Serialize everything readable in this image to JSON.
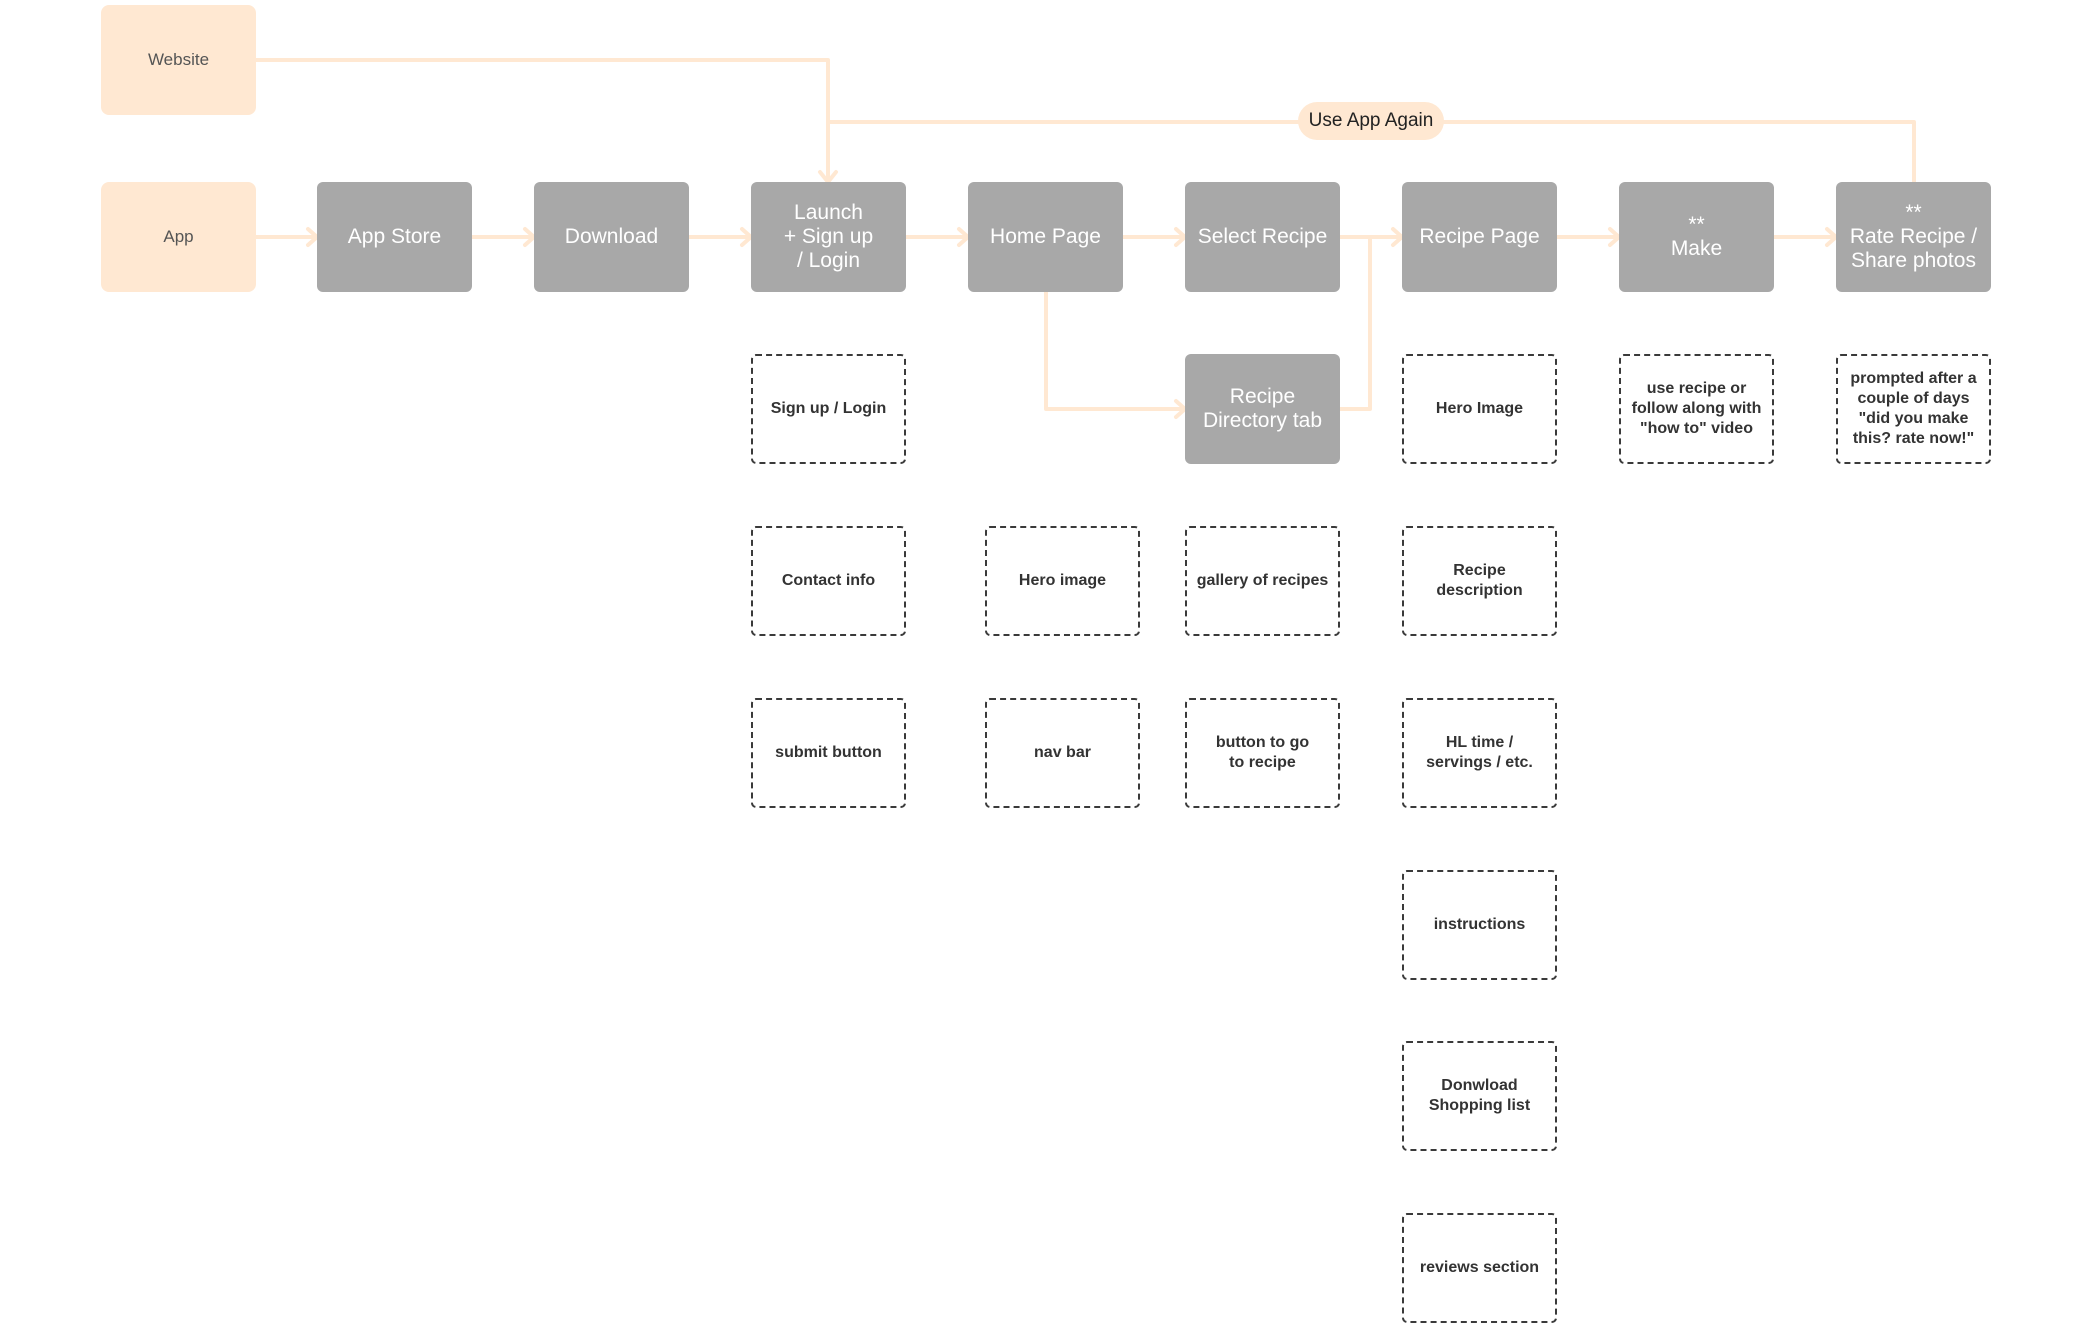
{
  "entry_points": {
    "website": "Website",
    "app": "App"
  },
  "flow_label": "Use App Again",
  "steps": {
    "app_store": "App Store",
    "download": "Download",
    "launch": "Launch\n+ Sign up\n/ Login",
    "home_page": "Home Page",
    "select_recipe": "Select Recipe",
    "recipe_page": "Recipe Page",
    "make": "**\nMake",
    "rate_recipe": "**\nRate Recipe /\nShare photos",
    "recipe_directory": "Recipe\nDirectory tab"
  },
  "details": {
    "launch": [
      "Sign up / Login",
      "Contact info",
      "submit button"
    ],
    "home_page": [
      "Hero image",
      "nav bar"
    ],
    "select_recipe": [
      "gallery of recipes",
      "button to go\nto recipe"
    ],
    "recipe_page": [
      "Hero Image",
      "Recipe\ndescription",
      "HL time /\nservings / etc.",
      "instructions",
      "Donwload\nShopping list",
      "reviews section"
    ],
    "make": [
      "use recipe or\nfollow along with\n\"how to\" video"
    ],
    "rate_recipe": [
      "prompted after a\ncouple of days\n\"did you make\nthis? rate now!\""
    ]
  },
  "colors": {
    "connector": "#ffe8d2",
    "entry_fill": "#ffe8d2",
    "step_fill": "#a8a8a8",
    "detail_border": "#3a3a3a"
  }
}
